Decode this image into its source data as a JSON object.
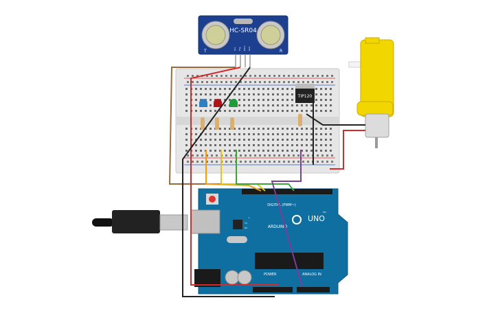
{
  "sensor": {
    "model": "HC-SR04",
    "pin_labels": [
      "Vcc",
      "Trig",
      "Echo",
      "Gnd"
    ],
    "side_t": "T",
    "side_r": "R"
  },
  "transistor": {
    "label": "TIP120"
  },
  "arduino": {
    "brand": "ARDUINO",
    "model": "UNO",
    "digital_label": "DIGITAL (PWM~)",
    "power_label": "POWER",
    "analog_label": "ANALOG IN",
    "tx_label": "TX",
    "rx_label": "RX",
    "l_label": "L",
    "on_label": "ON"
  },
  "leds": [
    {
      "color": "blue",
      "hex": "#2f7fc1"
    },
    {
      "color": "red",
      "hex": "#b3121b"
    },
    {
      "color": "green",
      "hex": "#1f9b3a"
    }
  ],
  "wire_colors": {
    "red": "#d42a2a",
    "black": "#222222",
    "brown": "#9a6b3a",
    "orange": "#f39c12",
    "yellow": "#e8c30f",
    "green": "#3aa63a",
    "purple": "#7d3c98"
  },
  "motor": {
    "body_color": "#f2d600"
  }
}
